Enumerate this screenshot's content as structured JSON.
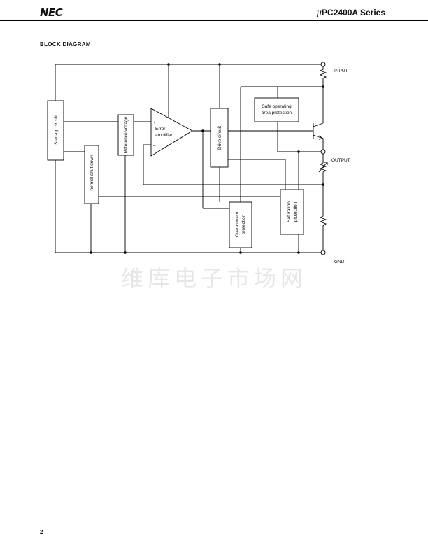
{
  "header": {
    "logo": "NEC",
    "series_prefix": "μ",
    "series_name": "PC2400A Series"
  },
  "section_title": "BLOCK DIAGRAM",
  "diagram": {
    "blocks": {
      "startup": "Start-up circuit",
      "thermal": "Thermal shut down",
      "reference": "Reference voltage",
      "error_line1": "Error",
      "error_line2": "amplifier",
      "error_plus": "+",
      "error_minus": "–",
      "drive": "Drive circuit",
      "soa_line1": "Safe operating",
      "soa_line2": "area protection",
      "overcurrent_line1": "Over-current",
      "overcurrent_line2": "protection",
      "saturation_line1": "Saturation",
      "saturation_line2": "protection"
    },
    "terminals": {
      "input": "INPUT",
      "output": "OUTPUT",
      "gnd": "GND"
    }
  },
  "watermark": "维库电子市场网",
  "page_number": "2"
}
